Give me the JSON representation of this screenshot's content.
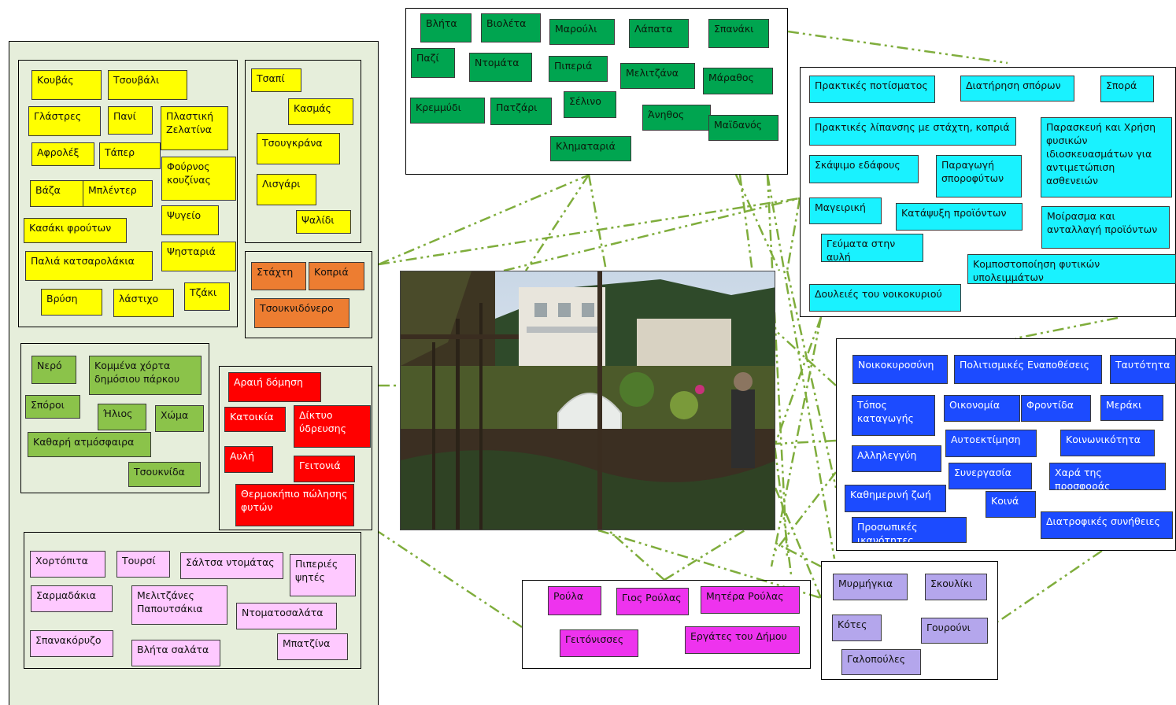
{
  "palette": {
    "background": "#ffffff",
    "left_panel": "#e6eedb",
    "connector": "#7fad3c",
    "yellow": "#ffff00",
    "orange": "#ed7d31",
    "lime": "#8bc34a",
    "red": "#ff0000",
    "pink": "#fec9ff",
    "green": "#00a550",
    "cyan": "#19f2ff",
    "blue": "#1c4bff",
    "magenta": "#ee33ee",
    "lavender": "#b4a6ec"
  },
  "photo": {
    "description_icon": "garden-photo",
    "alt": ""
  },
  "groups": [
    {
      "id": "tools",
      "color": "yellow",
      "items": [
        {
          "id": "t1",
          "label": "Κουβάς"
        },
        {
          "id": "t2",
          "label": "Τσουβάλι"
        },
        {
          "id": "t3",
          "label": "Γλάστρες"
        },
        {
          "id": "t4",
          "label": "Πανί"
        },
        {
          "id": "t5",
          "label": "Πλαστική Ζελατίνα"
        },
        {
          "id": "t6",
          "label": "Αφρολέξ"
        },
        {
          "id": "t7",
          "label": "Τάπερ"
        },
        {
          "id": "t8",
          "label": "Φούρνος κουζίνας"
        },
        {
          "id": "t9",
          "label": "Βάζα"
        },
        {
          "id": "t10",
          "label": "Μπλέντερ"
        },
        {
          "id": "t11",
          "label": "Ψυγείο"
        },
        {
          "id": "t12",
          "label": "Κασάκι φρούτων"
        },
        {
          "id": "t13",
          "label": "Ψησταριά"
        },
        {
          "id": "t14",
          "label": "Παλιά κατσαρολάκια"
        },
        {
          "id": "t15",
          "label": "Βρύση"
        },
        {
          "id": "t16",
          "label": "λάστιχο"
        },
        {
          "id": "t17",
          "label": "Τζάκι"
        }
      ]
    },
    {
      "id": "hand-tools",
      "color": "yellow",
      "items": [
        {
          "id": "h1",
          "label": "Τσαπί"
        },
        {
          "id": "h2",
          "label": "Κασμάς"
        },
        {
          "id": "h3",
          "label": "Τσουγκράνα"
        },
        {
          "id": "h4",
          "label": "Λισγάρι"
        },
        {
          "id": "h5",
          "label": "Ψαλίδι"
        }
      ]
    },
    {
      "id": "fertilizers",
      "color": "orange",
      "items": [
        {
          "id": "f1",
          "label": "Στάχτη"
        },
        {
          "id": "f2",
          "label": "Κοπριά"
        },
        {
          "id": "f3",
          "label": "Τσουκνιδόνερο"
        }
      ]
    },
    {
      "id": "resources",
      "color": "lime",
      "items": [
        {
          "id": "r1",
          "label": "Νερό"
        },
        {
          "id": "r2",
          "label": "Κομμένα χόρτα δημόσιου πάρκου"
        },
        {
          "id": "r3",
          "label": "Σπόροι"
        },
        {
          "id": "r4",
          "label": "Ήλιος"
        },
        {
          "id": "r5",
          "label": "Χώμα"
        },
        {
          "id": "r6",
          "label": "Καθαρή ατμόσφαιρα"
        },
        {
          "id": "r7",
          "label": "Τσουκνίδα"
        }
      ]
    },
    {
      "id": "place",
      "color": "red",
      "items": [
        {
          "id": "p1",
          "label": "Αραιή δόμηση"
        },
        {
          "id": "p2",
          "label": "Κατοικία"
        },
        {
          "id": "p3",
          "label": "Δίκτυο ύδρευσης"
        },
        {
          "id": "p4",
          "label": "Αυλή"
        },
        {
          "id": "p5",
          "label": "Γειτονιά"
        },
        {
          "id": "p6",
          "label": "Θερμοκήπιο πώλησης φυτών"
        }
      ]
    },
    {
      "id": "foods",
      "color": "pink",
      "items": [
        {
          "id": "d1",
          "label": "Χορτόπιτα"
        },
        {
          "id": "d2",
          "label": "Τουρσί"
        },
        {
          "id": "d3",
          "label": "Σάλτσα ντομάτας"
        },
        {
          "id": "d4",
          "label": "Πιπεριές ψητές"
        },
        {
          "id": "d5",
          "label": "Σαρμαδάκια"
        },
        {
          "id": "d6",
          "label": "Μελιτζάνες Παπουτσάκια"
        },
        {
          "id": "d7",
          "label": "Ντοματοσαλάτα"
        },
        {
          "id": "d8",
          "label": "Σπανακόρυζο"
        },
        {
          "id": "d9",
          "label": "Βλήτα σαλάτα"
        },
        {
          "id": "d10",
          "label": "Μπατζίνα"
        }
      ]
    },
    {
      "id": "plants",
      "color": "green",
      "items": [
        {
          "id": "g1",
          "label": "Βλήτα"
        },
        {
          "id": "g2",
          "label": "Βιολέτα"
        },
        {
          "id": "g3",
          "label": "Μαρούλι"
        },
        {
          "id": "g4",
          "label": "Λάπατα"
        },
        {
          "id": "g5",
          "label": "Σπανάκι"
        },
        {
          "id": "g6",
          "label": "Παζί"
        },
        {
          "id": "g7",
          "label": "Ντομάτα"
        },
        {
          "id": "g8",
          "label": "Πιπεριά"
        },
        {
          "id": "g9",
          "label": "Μελιτζάνα"
        },
        {
          "id": "g10",
          "label": "Μάραθος"
        },
        {
          "id": "g11",
          "label": "Κρεμμύδι"
        },
        {
          "id": "g12",
          "label": "Πατζάρι"
        },
        {
          "id": "g13",
          "label": "Σέλινο"
        },
        {
          "id": "g14",
          "label": "Άνηθος"
        },
        {
          "id": "g15",
          "label": "Μαϊδανός"
        },
        {
          "id": "g16",
          "label": "Κληματαριά"
        }
      ]
    },
    {
      "id": "practices",
      "color": "cyan",
      "items": [
        {
          "id": "c1",
          "label": "Πρακτικές ποτίσματος"
        },
        {
          "id": "c2",
          "label": "Διατήρηση σπόρων"
        },
        {
          "id": "c3",
          "label": "Σπορά"
        },
        {
          "id": "c4",
          "label": "Πρακτικές λίπανσης με στάχτη, κοπριά"
        },
        {
          "id": "c5",
          "label": "Παρασκευή και Χρήση φυσικών ιδιοσκευασμάτων για αντιμετώπιση ασθενειών"
        },
        {
          "id": "c6",
          "label": "Σκάψιμο εδάφους"
        },
        {
          "id": "c7",
          "label": "Παραγωγή σποροφύτων"
        },
        {
          "id": "c8",
          "label": "Μαγειρική"
        },
        {
          "id": "c9",
          "label": "Κατάψυξη προϊόντων"
        },
        {
          "id": "c10",
          "label": "Μοίρασμα και ανταλλαγή προϊόντων"
        },
        {
          "id": "c11",
          "label": "Γεύματα στην αυλή"
        },
        {
          "id": "c12",
          "label": "Κομποστοποίηση φυτικών υπολειμμάτων"
        },
        {
          "id": "c13",
          "label": "Δουλειές του νοικοκυριού"
        }
      ]
    },
    {
      "id": "values",
      "color": "blue",
      "items": [
        {
          "id": "v1",
          "label": "Νοικοκυροσύνη"
        },
        {
          "id": "v2",
          "label": "Πολιτισμικές Εναποθέσεις"
        },
        {
          "id": "v3",
          "label": "Ταυτότητα"
        },
        {
          "id": "v4",
          "label": "Τόπος καταγωγής"
        },
        {
          "id": "v5",
          "label": "Οικονομία"
        },
        {
          "id": "v6",
          "label": "Φροντίδα"
        },
        {
          "id": "v7",
          "label": "Μεράκι"
        },
        {
          "id": "v8",
          "label": "Αυτοεκτίμηση"
        },
        {
          "id": "v9",
          "label": "Κοινωνικότητα"
        },
        {
          "id": "v10",
          "label": "Αλληλεγγύη"
        },
        {
          "id": "v11",
          "label": "Συνεργασία"
        },
        {
          "id": "v12",
          "label": "Χαρά της προσφοράς"
        },
        {
          "id": "v13",
          "label": "Καθημερινή ζωή"
        },
        {
          "id": "v14",
          "label": "Κοινά"
        },
        {
          "id": "v15",
          "label": "Προσωπικές ικανότητες"
        },
        {
          "id": "v16",
          "label": "Διατροφικές συνήθειες"
        }
      ]
    },
    {
      "id": "people",
      "color": "magenta",
      "items": [
        {
          "id": "u1",
          "label": "Ρούλα"
        },
        {
          "id": "u2",
          "label": "Γιος Ρούλας"
        },
        {
          "id": "u3",
          "label": "Μητέρα Ρούλας"
        },
        {
          "id": "u4",
          "label": "Γειτόνισσες"
        },
        {
          "id": "u5",
          "label": "Εργάτες του Δήμου"
        }
      ]
    },
    {
      "id": "animals",
      "color": "lavender",
      "items": [
        {
          "id": "a1",
          "label": "Μυρμήγκια"
        },
        {
          "id": "a2",
          "label": "Σκουλίκι"
        },
        {
          "id": "a3",
          "label": "Κότες"
        },
        {
          "id": "a4",
          "label": "Γουρούνι"
        },
        {
          "id": "a5",
          "label": "Γαλοπούλες"
        }
      ]
    }
  ]
}
